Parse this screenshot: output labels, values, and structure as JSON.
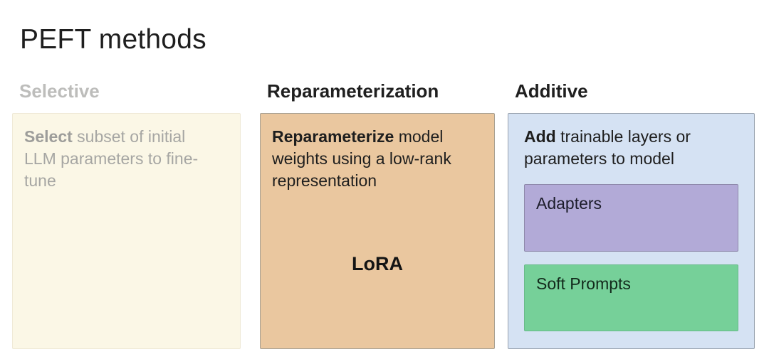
{
  "title": "PEFT methods",
  "colors": {
    "background": "#ffffff",
    "title_text": "#1e1e1e",
    "muted_header_text": "#bdbdbb",
    "muted_body_text": "#a6a6a3",
    "selective_box_bg": "#fbf7e6",
    "selective_box_border": "#efe9d6",
    "reparam_box_bg": "#eac79f",
    "reparam_box_border": "#a8a092",
    "additive_box_bg": "#d5e2f3",
    "additive_box_border": "#98a2ae",
    "adapters_box_bg": "#b2aad7",
    "adapters_box_border": "#8e89aa",
    "soft_prompts_box_bg": "#76d099",
    "soft_prompts_box_border": "#68ba89"
  },
  "columns": [
    {
      "id": "selective",
      "header": "Selective",
      "lead": "Select",
      "rest": " subset of initial LLM parameters to fine-tune",
      "state": "dimmed"
    },
    {
      "id": "reparameterization",
      "header": "Reparameterization",
      "lead": "Reparameterize",
      "rest": " model weights using a low-rank representation",
      "method": "LoRA"
    },
    {
      "id": "additive",
      "header": "Additive",
      "lead": "Add",
      "rest": " trainable layers or parameters to model",
      "methods": [
        "Adapters",
        "Soft Prompts"
      ]
    }
  ]
}
